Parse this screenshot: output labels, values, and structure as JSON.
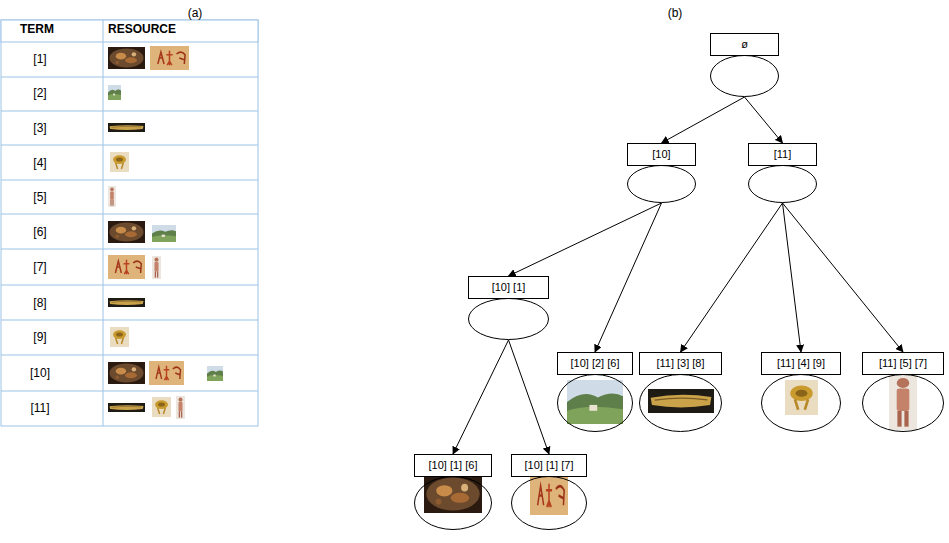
{
  "diagram": {
    "nodes": [
      {
        "text": [
          "ø"
        ]
      },
      {
        "text": [
          "[10]"
        ]
      },
      {
        "text": [
          "[11]"
        ]
      },
      {
        "text": [
          "[10] [1]"
        ]
      },
      {
        "text": [
          "[10] [2] [6]"
        ]
      },
      {
        "text": [
          "[11] [3] [8]"
        ]
      },
      {
        "text": [
          "[11] [4] [9]"
        ]
      },
      {
        "text": [
          "[11] [5] [7]"
        ]
      },
      {
        "text": [
          "[10] [1] [6]"
        ]
      },
      {
        "text": [
          "[10] [1] [7]"
        ]
      }
    ],
    "edges": [
      {
        "from": 0,
        "to": 1,
        "arrow": "to"
      },
      {
        "from": 0,
        "to": 2,
        "arrow": "to"
      },
      {
        "from": 1,
        "to": 3,
        "arrow": "to"
      },
      {
        "from": 1,
        "to": 4,
        "arrow": "to"
      },
      {
        "from": 2,
        "to": 5,
        "arrow": "to"
      },
      {
        "from": 2,
        "to": 6,
        "arrow": "to"
      },
      {
        "from": 2,
        "to": 7,
        "arrow": "to"
      },
      {
        "from": 3,
        "to": 8,
        "arrow": "to"
      },
      {
        "from": 3,
        "to": 9,
        "arrow": "to"
      }
    ],
    "labels": [
      "(a)",
      "(b)",
      "TERM",
      "RESOURCE",
      "[1]",
      "[2]",
      "[3]",
      "[4]",
      "[5]",
      "[6]",
      "[7]",
      "[8]",
      "[9]",
      "[10]",
      "[11]"
    ]
  }
}
